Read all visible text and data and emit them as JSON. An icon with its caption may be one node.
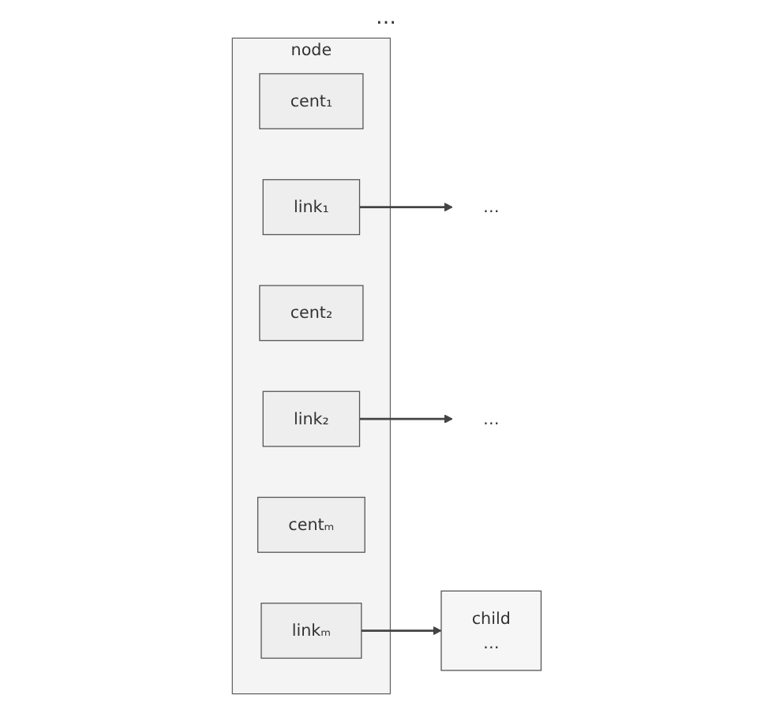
{
  "diagram": {
    "nodes": [
      {
        "text": [
          "node"
        ]
      },
      {
        "text": [
          "cent₁"
        ],
        "in": 0
      },
      {
        "text": [
          "link₁"
        ],
        "in": 0
      },
      {
        "text": [
          "cent₂"
        ],
        "in": 0
      },
      {
        "text": [
          "link₂"
        ],
        "in": 0
      },
      {
        "text": [
          "centₘ"
        ],
        "in": 0
      },
      {
        "text": [
          "linkₘ"
        ],
        "in": 0
      },
      {
        "text": [
          "…"
        ]
      },
      {
        "text": [
          "…"
        ]
      },
      {
        "text": [
          "child",
          "…"
        ]
      }
    ],
    "edges": [
      {
        "from": 2,
        "to": 7,
        "arrow": "to"
      },
      {
        "from": 4,
        "to": 8,
        "arrow": "to"
      },
      {
        "from": 6,
        "to": 9,
        "arrow": "to"
      }
    ],
    "labels": [
      "…"
    ]
  }
}
